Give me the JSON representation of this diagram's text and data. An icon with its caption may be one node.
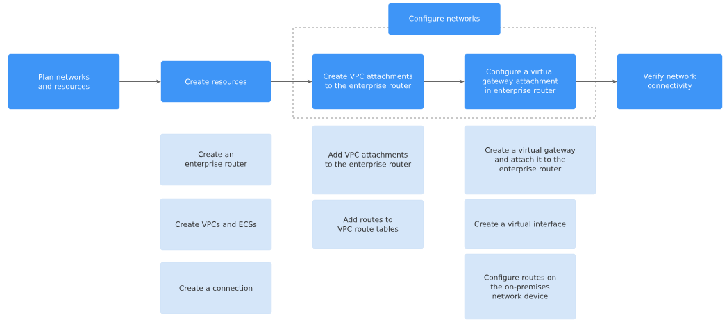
{
  "diagram": {
    "nodes": [
      {
        "text": [
          "Plan networks and resources"
        ]
      },
      {
        "text": [
          "Create resources"
        ]
      },
      {
        "text": [
          "Configure networks"
        ]
      },
      {
        "text": [
          "Create VPC attachments to the enterprise router"
        ],
        "in": 2
      },
      {
        "text": [
          "Configure a virtual gateway attachment in enterprise router"
        ],
        "in": 2
      },
      {
        "text": [
          "Verify network connectivity"
        ]
      },
      {
        "text": [
          "Create an enterprise router"
        ]
      },
      {
        "text": [
          "Create VPCs and ECSs"
        ]
      },
      {
        "text": [
          "Create a connection"
        ]
      },
      {
        "text": [
          "Add VPC attachments to the enterprise router"
        ]
      },
      {
        "text": [
          "Add routes to VPC route tables"
        ]
      },
      {
        "text": [
          "Create a virtual gateway and attach it to the enterprise router"
        ]
      },
      {
        "text": [
          "Create a virtual interface"
        ]
      },
      {
        "text": [
          "Configure routes on the on-premises network device"
        ]
      }
    ],
    "edges": [
      {
        "from": 0,
        "to": 1,
        "arrow": "to"
      },
      {
        "from": 1,
        "to": 3,
        "arrow": "to"
      },
      {
        "from": 3,
        "to": 4,
        "arrow": "to"
      },
      {
        "from": 4,
        "to": 5,
        "arrow": "to"
      }
    ]
  }
}
